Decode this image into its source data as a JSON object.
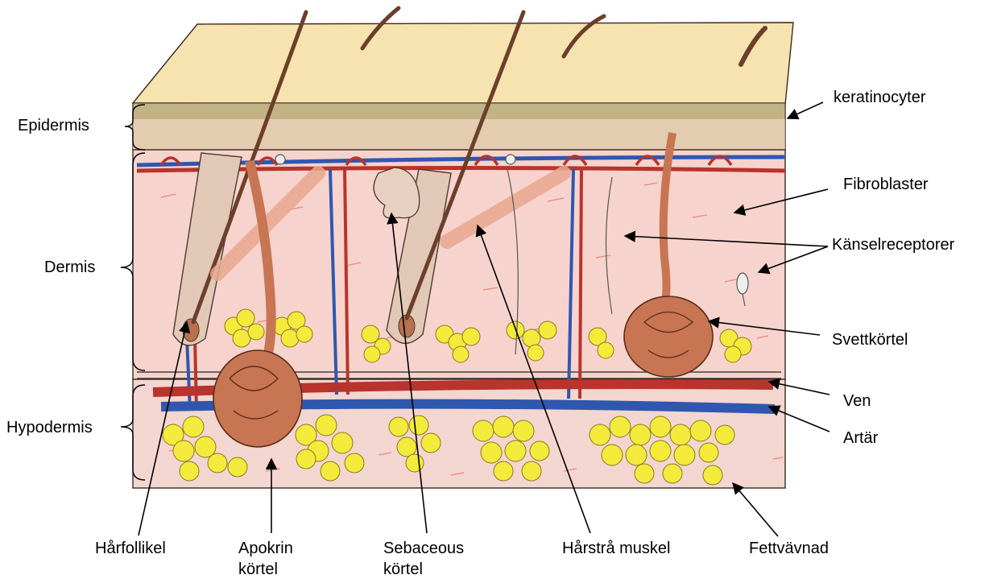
{
  "layer_labels": {
    "epidermis": "Epidermis",
    "dermis": "Dermis",
    "hypodermis": "Hypodermis"
  },
  "right_labels": {
    "keratinocyter": "keratinocyter",
    "fibroblaster": "Fibroblaster",
    "kanselreceptorer": "Känselreceptorer",
    "svettkortel": "Svettkörtel",
    "ven": "Ven",
    "artar": "Artär"
  },
  "bottom_labels": {
    "harfollikel": "Hårfollikel",
    "apokrin_line1": "Apokrin",
    "apokrin_line2": "körtel",
    "sebaceous_line1": "Sebaceous",
    "sebaceous_line2": "körtel",
    "harstra_muskel": "Hårstrå muskel",
    "fettvavnad": "Fettvävnad"
  },
  "colors": {
    "surface": "#f7e3b0",
    "epidermis_band": "#d9c89a",
    "dermis": "#f6d3cc",
    "hypodermis": "#f4d6d0",
    "fat": "#f3ea3c",
    "gland": "#c77553",
    "artery_red": "#b8342c",
    "vein_blue": "#2f57b0",
    "follicle": "#e2c8b6"
  }
}
